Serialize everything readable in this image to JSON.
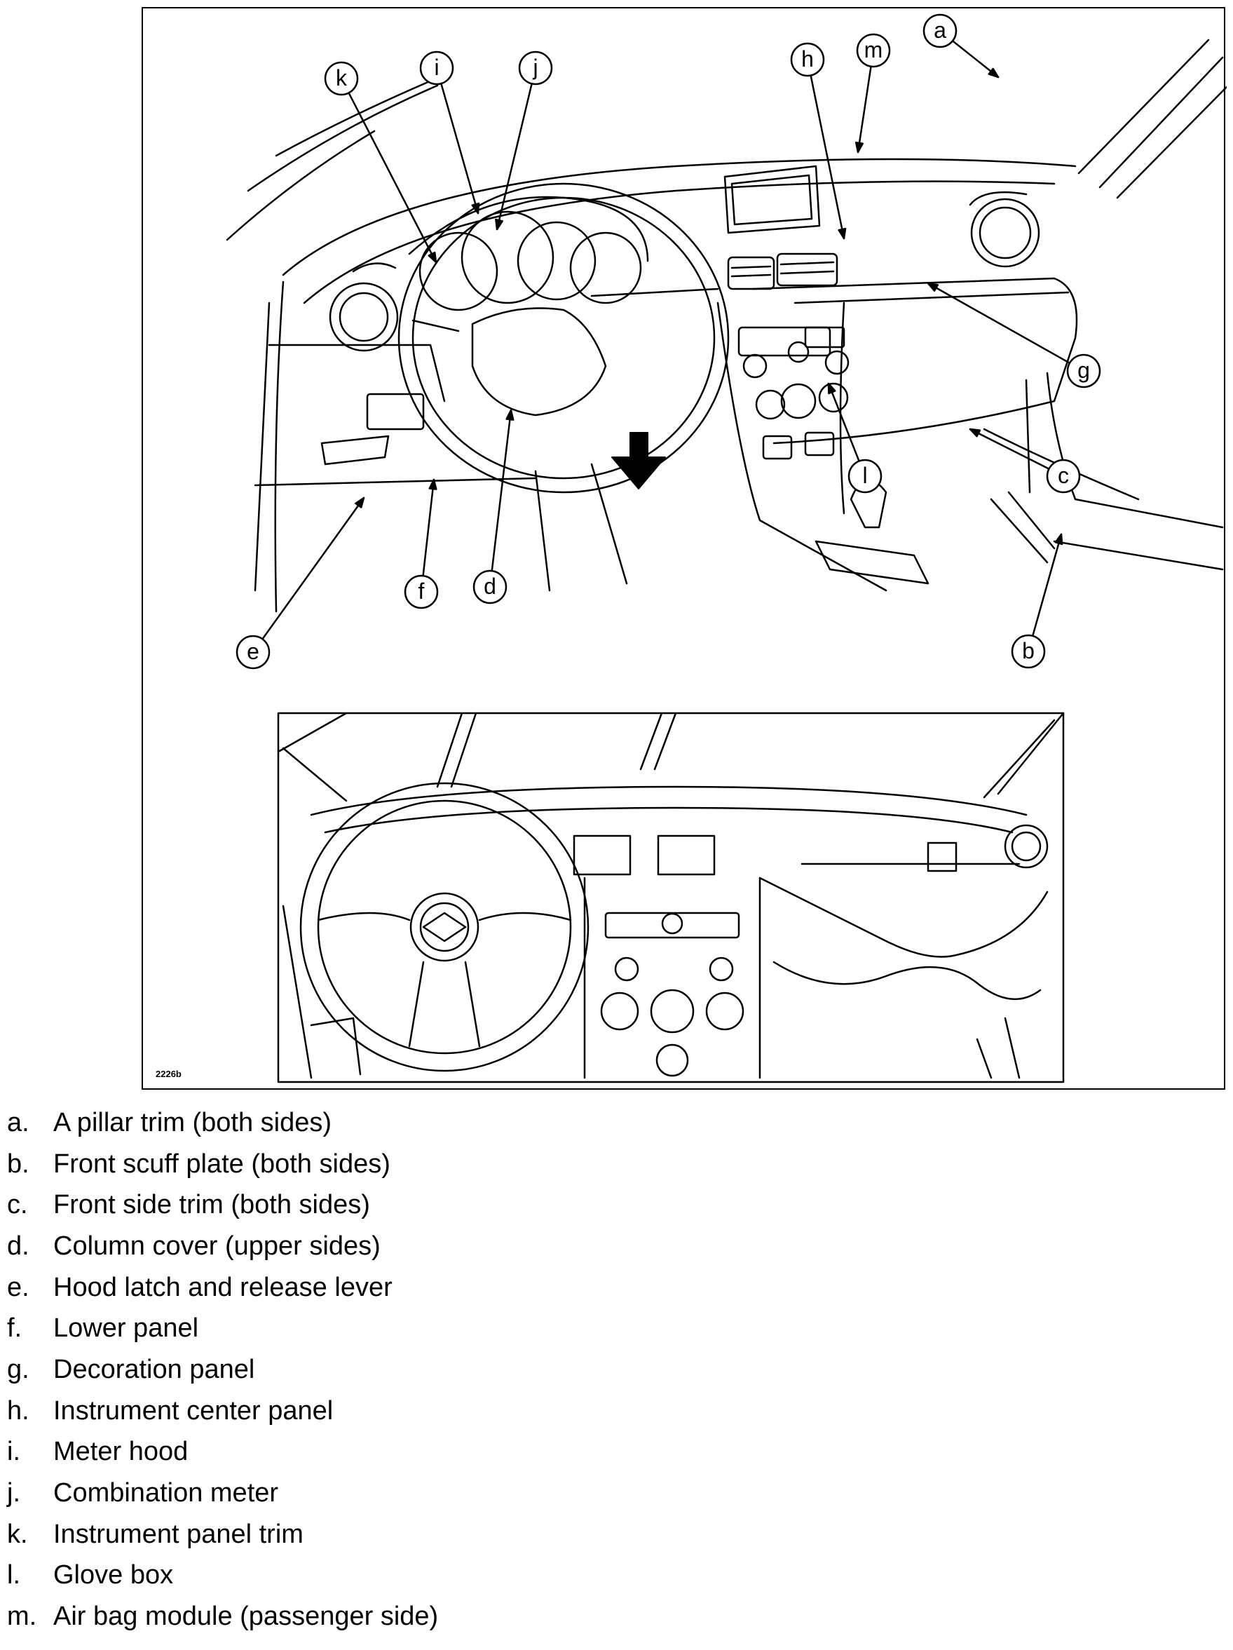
{
  "figure": {
    "code": "2226b",
    "callouts": [
      "a",
      "b",
      "c",
      "d",
      "e",
      "f",
      "g",
      "h",
      "i",
      "j",
      "k",
      "l",
      "m"
    ]
  },
  "legend": [
    {
      "letter": "a.",
      "text": "A pillar trim (both sides)"
    },
    {
      "letter": "b.",
      "text": "Front scuff plate (both sides)"
    },
    {
      "letter": "c.",
      "text": "Front side trim (both sides)"
    },
    {
      "letter": "d.",
      "text": "Column cover (upper sides)"
    },
    {
      "letter": "e.",
      "text": "Hood latch and release lever"
    },
    {
      "letter": "f.",
      "text": "Lower panel"
    },
    {
      "letter": "g.",
      "text": "Decoration panel"
    },
    {
      "letter": "h.",
      "text": "Instrument center panel"
    },
    {
      "letter": "i.",
      "text": "Meter hood"
    },
    {
      "letter": "j.",
      "text": "Combination meter"
    },
    {
      "letter": "k.",
      "text": "Instrument panel trim"
    },
    {
      "letter": "l.",
      "text": "Glove box"
    },
    {
      "letter": "m.",
      "text": "Air bag module (passenger side)"
    }
  ]
}
